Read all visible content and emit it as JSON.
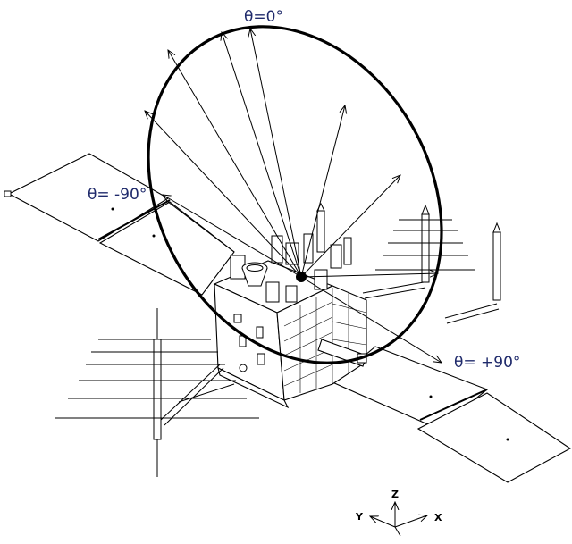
{
  "labels": {
    "theta_top": "θ=0°",
    "theta_left": "θ= -90°",
    "theta_right": "θ= +90°"
  },
  "axes": {
    "z": "Z",
    "y": "Y",
    "x": "X"
  },
  "colors": {
    "label": "#1f2a6b",
    "line": "#000000",
    "background": "#ffffff"
  }
}
